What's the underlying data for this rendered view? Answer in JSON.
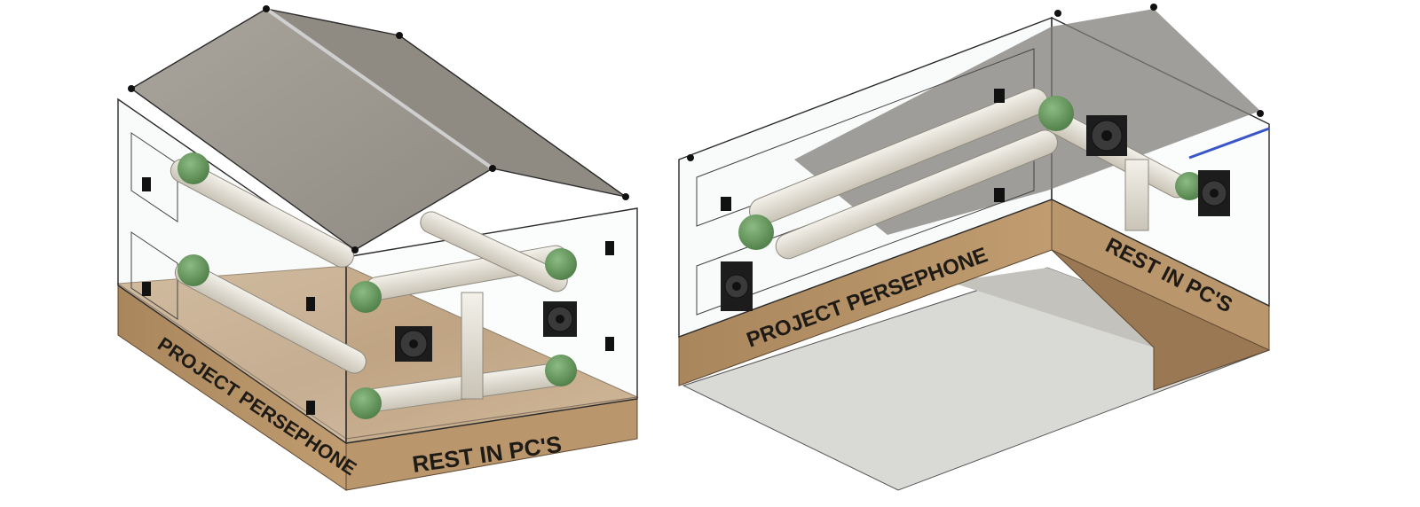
{
  "views": [
    {
      "id": "front-iso",
      "base_label_long": "PROJECT PERSEPHONE",
      "base_label_short": "REST IN PC'S"
    },
    {
      "id": "bottom-iso",
      "base_label_long": "PROJECT PERSEPHONE",
      "base_label_short": "REST IN PC'S"
    }
  ],
  "colors": {
    "wood": "#b8946a",
    "wood_dark": "#8f6f4c",
    "roof": "#9c9890",
    "pipe": "#e6e2d6",
    "elbow": "#6a9a62",
    "fan": "#1c1c1c",
    "glass_edge": "#2a2a2a",
    "floor_grey": "#d9d9d6",
    "accent_blue": "#3a55c8"
  },
  "icons": [
    "fan-icon",
    "pipe-elbow-icon",
    "panel-clip-icon"
  ]
}
